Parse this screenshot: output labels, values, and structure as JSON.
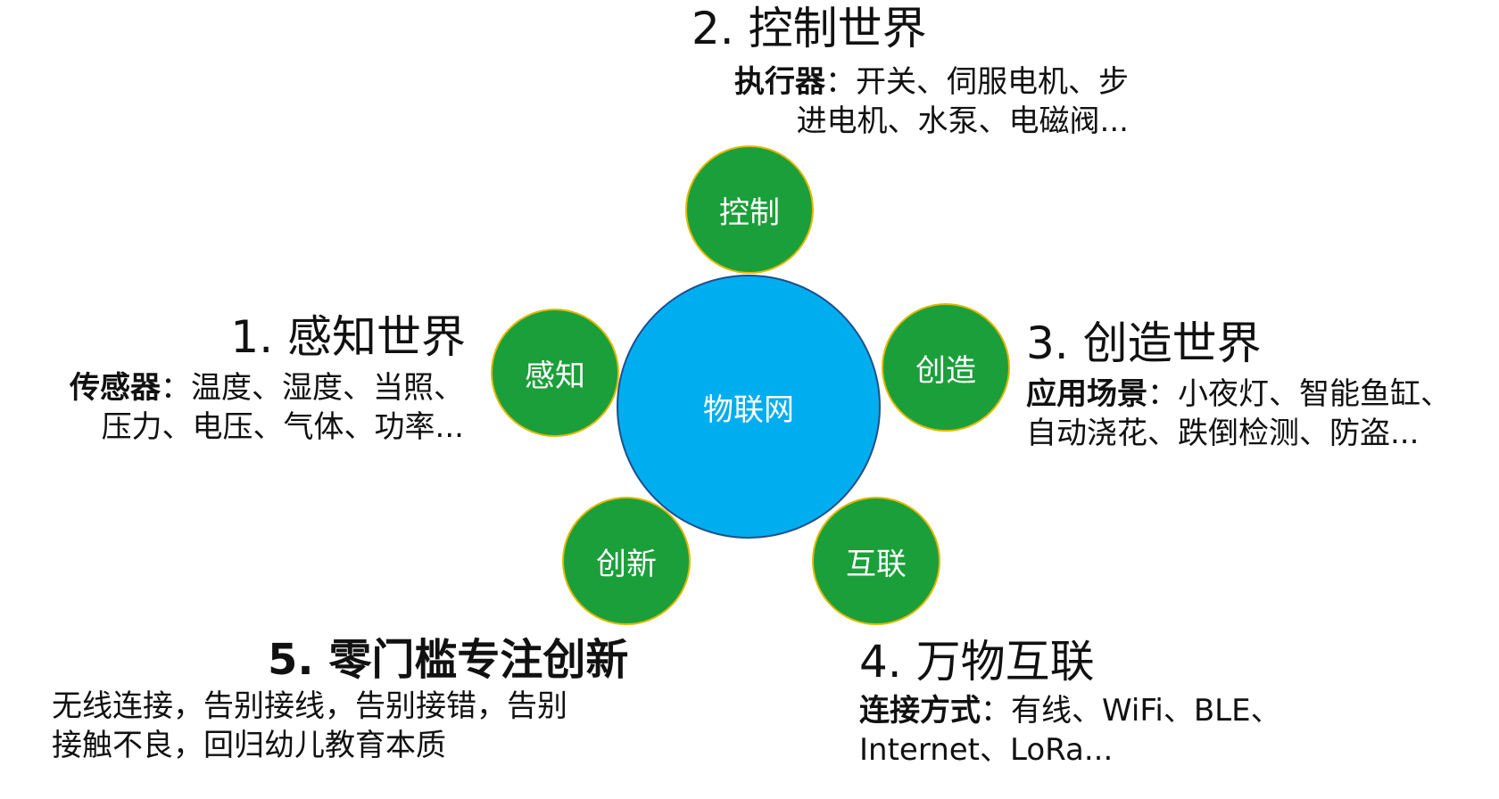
{
  "hub": {
    "label": "物联网"
  },
  "nodes": {
    "perceive": "感知",
    "control": "控制",
    "create": "创造",
    "connect": "互联",
    "innovate": "创新"
  },
  "sections": {
    "perceive": {
      "title": "1. 感知世界",
      "key": "传感器",
      "line1": "：温度、湿度、当照、",
      "line2": "压力、电压、气体、功率..."
    },
    "control": {
      "title": "2. 控制世界",
      "key": "执行器",
      "line1": "：开关、伺服电机、步",
      "line2": "进电机、水泵、电磁阀..."
    },
    "create": {
      "title": "3. 创造世界",
      "key": "应用场景",
      "line1": "：小夜灯、智能鱼缸、",
      "line2": "自动浇花、跌倒检测、防盗..."
    },
    "connect": {
      "title": "4. 万物互联",
      "key": "连接方式",
      "line1": "：有线、WiFi、BLE、",
      "line2": "Internet、LoRa..."
    },
    "innovate": {
      "title": "5. 零门槛专注创新",
      "line1": "无线连接，告别接线，告别接错，告别",
      "line2": "接触不良，回归幼儿教育本质"
    }
  }
}
